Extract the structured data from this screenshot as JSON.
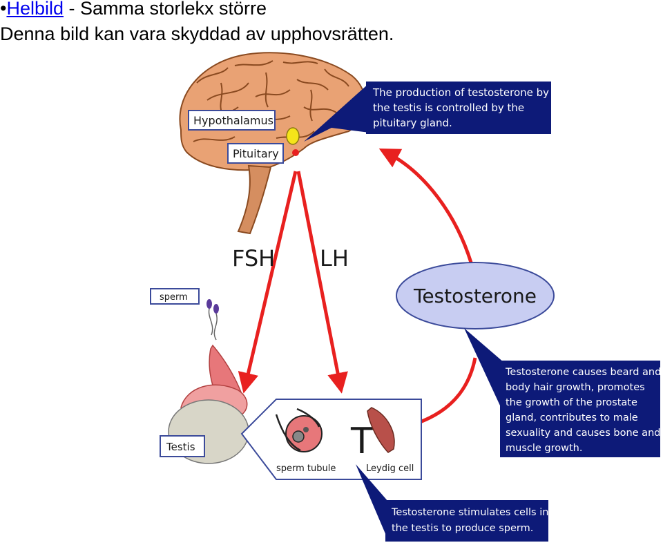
{
  "header": {
    "bullet": "•",
    "link_label": "Helbild",
    "link_rest": " - Samma storlekx större",
    "copyright_notice": "Denna bild kan vara skyddad av upphovsrätten."
  },
  "diagram": {
    "labels": {
      "hypothalamus": "Hypothalamus",
      "pituitary": "Pituitary",
      "fsh": "FSH",
      "lh": "LH",
      "testosterone": "Testosterone",
      "sperm": "sperm",
      "testis": "Testis",
      "sperm_tubule": "sperm tubule",
      "leydig_cell": "Leydig cell",
      "t_symbol": "T"
    },
    "callouts": {
      "pituitary_control": [
        "The production of testosterone by",
        "the testis is controlled by the",
        "pituitary gland."
      ],
      "effects": [
        "Testosterone causes beard and",
        "body hair growth, promotes",
        "the growth of the prostate",
        "gland, contributes to male",
        "sexuality and causes bone and",
        "muscle growth."
      ],
      "sperm_production": [
        "Testosterone stimulates cells in",
        "the testis to produce sperm."
      ]
    },
    "colors": {
      "arrow": "#e8201f",
      "callout_bg": "#0d1a78",
      "callout_text": "#ffffff",
      "brain": "#e9a274",
      "brain_fold": "#8a4a20",
      "ellipse_fill": "#c8cdf2",
      "testis": "#d8d6c8",
      "epididymis": "#e7777a",
      "pituitary_gland": "#f5e41a"
    }
  }
}
